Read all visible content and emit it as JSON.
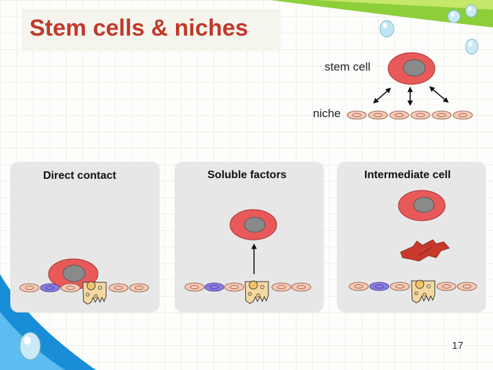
{
  "slide": {
    "title": "Stem cells & niches",
    "page_number": "17"
  },
  "overview": {
    "stem_cell_label": "stem cell",
    "niche_label": "niche"
  },
  "panels": [
    {
      "title": "Direct contact"
    },
    {
      "title": "Soluble factors"
    },
    {
      "title": "Intermediate cell"
    }
  ],
  "colors": {
    "title": "#c0392b",
    "stem_cell": "#e85a5a",
    "nucleus": "#8a8a8a",
    "niche_cell": "#f9c9b4",
    "niche_cell_alt": "#8a7ddd",
    "support_cell": "#f6d9a0",
    "intermediate_cell": "#c8392b",
    "panel_bg": "#e7e7e7",
    "corner_green": "#8ccf3a",
    "corner_blue": "#1a8dd8"
  }
}
